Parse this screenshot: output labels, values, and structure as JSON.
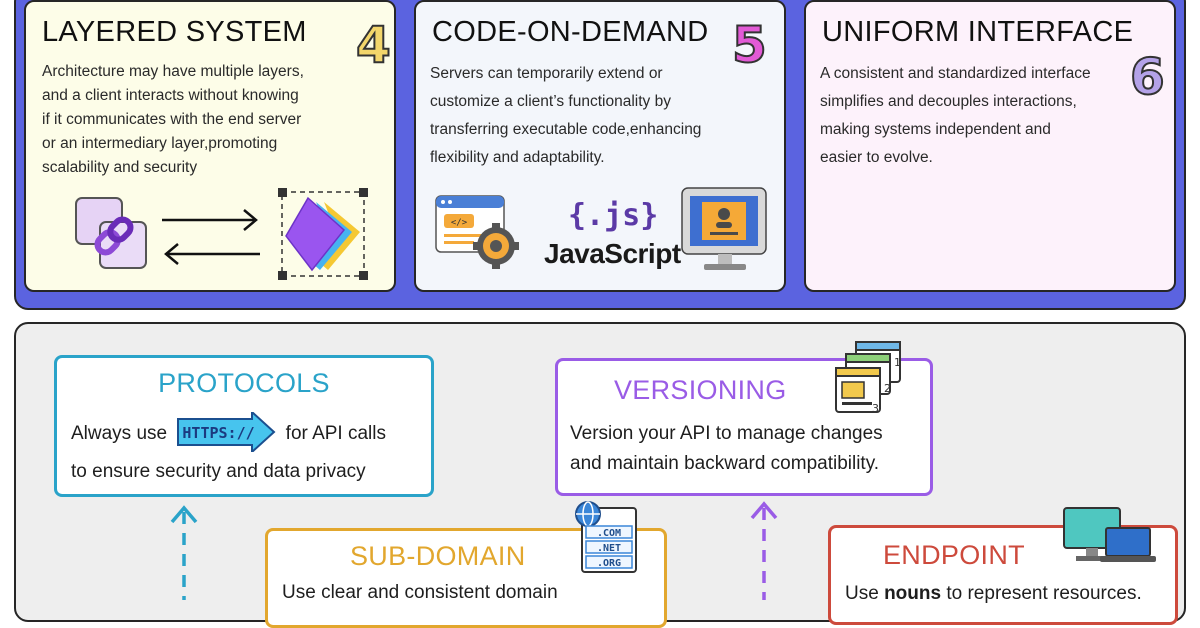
{
  "top_cards": [
    {
      "title": "LAYERED SYSTEM",
      "numeral": "4",
      "description_lines": [
        "Architecture may have multiple layers,",
        "and a client interacts without knowing",
        "if it communicates with the end server",
        "or an intermediary layer,promoting",
        "scalability and security"
      ]
    },
    {
      "title": "CODE-ON-DEMAND",
      "numeral": "5",
      "description_lines": [
        "Servers can temporarily extend or",
        "customize a client’s functionality by",
        "transferring executable code,enhancing",
        "flexibility and adaptability."
      ],
      "js_badge": "{.js}",
      "js_label": "JavaScript"
    },
    {
      "title": "UNIFORM INTERFACE",
      "numeral": "6",
      "description_lines": [
        "A consistent and standardized interface",
        "simplifies and decouples interactions,",
        "making systems independent and",
        "easier to evolve."
      ]
    }
  ],
  "protocols": {
    "title": "PROTOCOLS",
    "line1_before": "Always use",
    "https_label": "HTTPS://",
    "line1_after": "for API calls",
    "line2": "to ensure security and data privacy"
  },
  "versioning": {
    "title": "VERSIONING",
    "line1": "Version your API to manage changes",
    "line2": "and maintain backward compatibility.",
    "page_numbers": [
      "1",
      "2",
      "3"
    ]
  },
  "subdomain": {
    "title": "SUB-DOMAIN",
    "line1": "Use clear and consistent domain",
    "tlds": [
      ".COM",
      ".NET",
      ".ORG"
    ]
  },
  "endpoint": {
    "title": "ENDPOINT",
    "line1_before": "Use ",
    "line1_bold": "nouns",
    "line1_after": " to represent resources."
  },
  "colors": {
    "top_band": "#5b63e0",
    "card1_bg": "#fdfde8",
    "card2_bg": "#f3f6fb",
    "card3_bg": "#fdf2fb",
    "protocols": "#2aa3c9",
    "versioning": "#9a5ce6",
    "subdomain": "#e2a72e",
    "endpoint": "#cd4a3c"
  }
}
